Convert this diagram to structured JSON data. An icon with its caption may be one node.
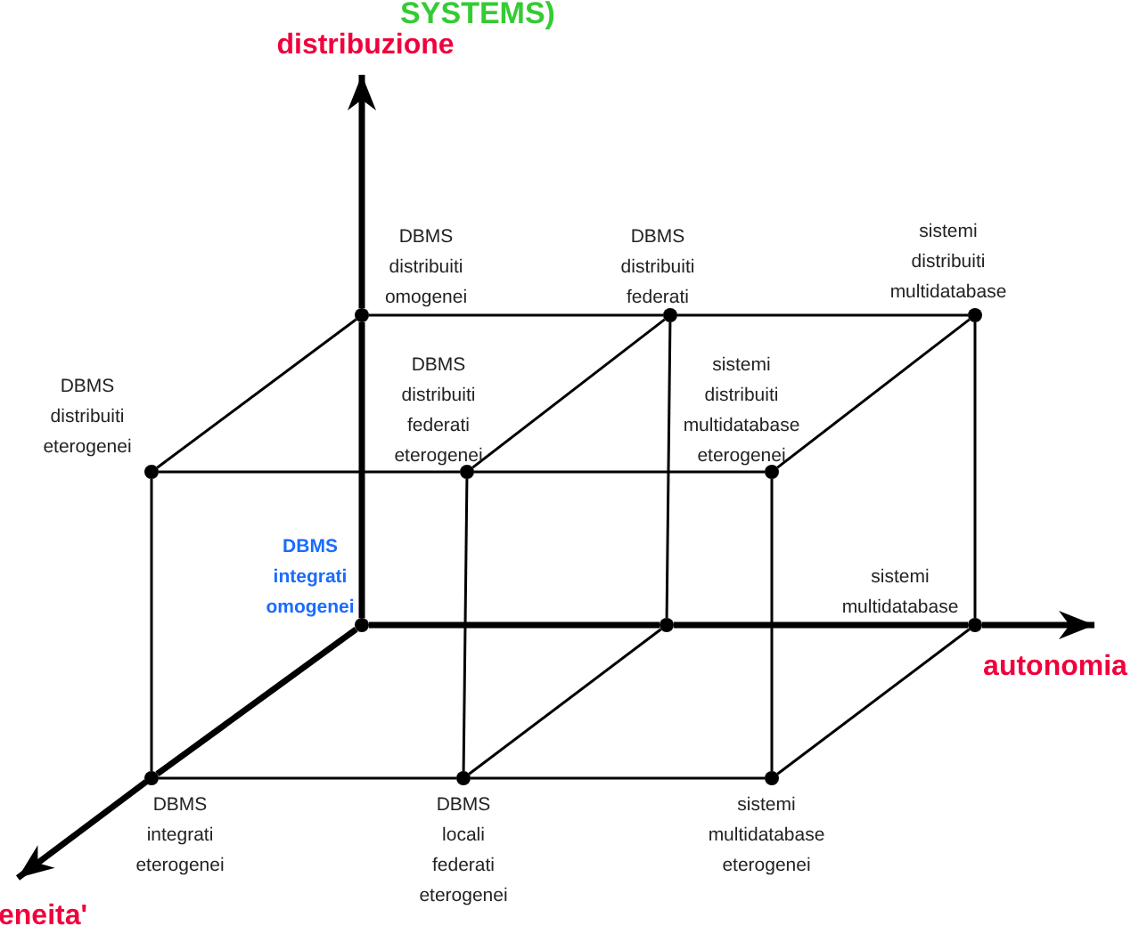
{
  "diagram": {
    "nodes": [
      {
        "text": [],
        "shape": "circle",
        "beside": [
          "DBMS distribuiti omogenei"
        ]
      },
      {
        "text": [],
        "shape": "circle",
        "beside": [
          "DBMS distribuiti federati"
        ]
      },
      {
        "text": [],
        "shape": "circle",
        "beside": [
          "sistemi distribuiti multidatabase"
        ]
      },
      {
        "text": [],
        "shape": "circle",
        "beside": [
          "DBMS distribuiti eterogenei"
        ]
      },
      {
        "text": [],
        "shape": "circle",
        "beside": [
          "DBMS distribuiti federati eterogenei"
        ]
      },
      {
        "text": [],
        "shape": "circle",
        "beside": [
          "sistemi distribuiti multidatabase eterogenei"
        ]
      },
      {
        "text": [],
        "shape": "circle",
        "beside": [
          "DBMS integrati omogenei"
        ]
      },
      {
        "text": [],
        "shape": "circle"
      },
      {
        "text": [],
        "shape": "circle",
        "beside": [
          "sistemi multidatabase"
        ]
      },
      {
        "text": [],
        "shape": "circle",
        "beside": [
          "DBMS integrati eterogenei"
        ]
      },
      {
        "text": [],
        "shape": "circle",
        "beside": [
          "DBMS locali federati eterogenei"
        ]
      },
      {
        "text": [],
        "shape": "circle",
        "beside": [
          "sistemi multidatabase eterogenei"
        ]
      }
    ],
    "edges": [
      {
        "from": 0,
        "to": 1,
        "arrow": "none"
      },
      {
        "from": 1,
        "to": 2,
        "arrow": "none"
      },
      {
        "from": 3,
        "to": 4,
        "arrow": "none"
      },
      {
        "from": 4,
        "to": 5,
        "arrow": "none"
      },
      {
        "from": 0,
        "to": 3,
        "arrow": "none"
      },
      {
        "from": 1,
        "to": 4,
        "arrow": "none"
      },
      {
        "from": 2,
        "to": 5,
        "arrow": "none"
      },
      {
        "from": 3,
        "to": 9,
        "arrow": "none"
      },
      {
        "from": 4,
        "to": 10,
        "arrow": "none"
      },
      {
        "from": 5,
        "to": 11,
        "arrow": "none"
      },
      {
        "from": 1,
        "to": 7,
        "arrow": "none"
      },
      {
        "from": 2,
        "to": 8,
        "arrow": "none"
      },
      {
        "from": 9,
        "to": 10,
        "arrow": "none"
      },
      {
        "from": 10,
        "to": 11,
        "arrow": "none"
      },
      {
        "from": 7,
        "to": 10,
        "arrow": "none"
      },
      {
        "from": 8,
        "to": 11,
        "arrow": "none"
      },
      {
        "from": 6,
        "to": 0,
        "arrow": "none",
        "style": "thick"
      },
      {
        "from": 6,
        "to": 7,
        "arrow": "none",
        "style": "thick"
      },
      {
        "from": 7,
        "to": 8,
        "arrow": "none",
        "style": "thick"
      },
      {
        "from": 6,
        "to": 9,
        "arrow": "none",
        "style": "thick"
      }
    ],
    "labels": [
      "SYSTEMS)",
      "distribuzione",
      "autonomia",
      "eneita'"
    ]
  }
}
